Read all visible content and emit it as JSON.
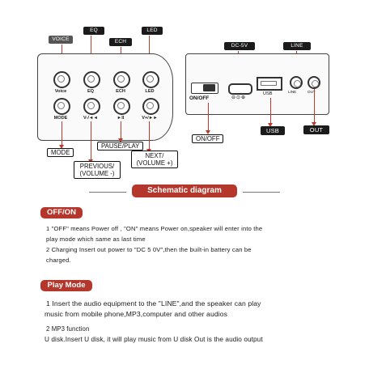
{
  "diagram": {
    "left_panel": {
      "top_labels": {
        "voice": "VOICE",
        "eq": "EQ",
        "ech": "ECH",
        "led": "LED"
      },
      "knob_labels": {
        "top_row": [
          "Voice",
          "EQ",
          "ECH",
          "LED"
        ],
        "bottom_row": [
          "MODE",
          "V-/◄◄",
          "►II",
          "V+/►►"
        ]
      },
      "bottom_labels": {
        "mode": "MODE",
        "previous_line1": "PREVIOUS/",
        "previous_line2": "(VOLUME -)",
        "pause_play": "PAUSE/PLAY",
        "next_line1": "NEXT/",
        "next_line2": "(VOLUME +)"
      }
    },
    "right_panel": {
      "top_labels": {
        "dc": "DC-5V",
        "line": "LINE"
      },
      "switch_label": "ON/OFF",
      "port_labels": {
        "usb": "USB",
        "line": "LINE",
        "out": "OUT"
      },
      "bottom_labels": {
        "on_off": "ON/OFF",
        "usb": "USB",
        "out": "OUT"
      }
    }
  },
  "heading": "Schematic diagram",
  "sections": [
    {
      "title": "OFF/ON",
      "lines": [
        "1  \"OFF\" means Power off , \"ON\" means Power on,speaker will enter into the",
        "play mode which same as last time",
        "2  Charging Insert out power to \"DC 5 0V\",then the built-in battery can be",
        "charged."
      ]
    },
    {
      "title": "Play Mode",
      "lines": [
        "1  Insert the audio equipment to the \"LINE\",and the speaker can play",
        "music from mobile phone,MP3,computer and other audios",
        "2  MP3 function",
        "U disk.Insert U disk, it will play music from U disk  Out is the audio output"
      ]
    }
  ]
}
